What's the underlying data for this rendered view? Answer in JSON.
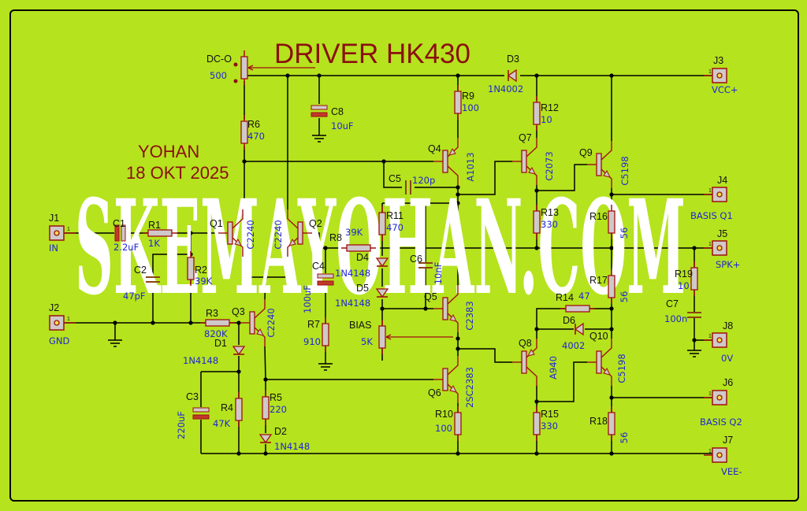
{
  "title": "DRIVER HK430",
  "author": {
    "name": "YOHAN",
    "date": "18 OKT 2025"
  },
  "watermark": "SKEMAYOHAN.COM",
  "colors": {
    "background": "#b5e31e",
    "wire": "#000000",
    "component_outline": "#a01010",
    "value_text": "#1f25d6",
    "title_text": "#8a1010",
    "watermark": "#ffffff"
  },
  "pin_label": "1",
  "components": {
    "C1": {
      "ref": "C1",
      "value": "2.2uF"
    },
    "C2": {
      "ref": "C2",
      "value": "47pF"
    },
    "C3": {
      "ref": "C3",
      "value": "220uF"
    },
    "C4": {
      "ref": "C4",
      "value": "100uF"
    },
    "C5": {
      "ref": "C5",
      "value": "120p"
    },
    "C6": {
      "ref": "C6",
      "value": "10nF"
    },
    "C7": {
      "ref": "C7",
      "value": "100n"
    },
    "C8": {
      "ref": "C8",
      "value": "10uF"
    },
    "R1": {
      "ref": "R1",
      "value": "1K"
    },
    "R2": {
      "ref": "R2",
      "value": "39K"
    },
    "R3": {
      "ref": "R3",
      "value": "820K"
    },
    "R4": {
      "ref": "R4",
      "value": "47K"
    },
    "R5": {
      "ref": "R5",
      "value": "220"
    },
    "R6": {
      "ref": "R6",
      "value": "470"
    },
    "R7": {
      "ref": "R7",
      "value": "910"
    },
    "R8": {
      "ref": "R8",
      "value": "39K"
    },
    "R9": {
      "ref": "R9",
      "value": "100"
    },
    "R10": {
      "ref": "R10",
      "value": "100"
    },
    "R11": {
      "ref": "R11",
      "value": "470"
    },
    "R12": {
      "ref": "R12",
      "value": "10"
    },
    "R13": {
      "ref": "R13",
      "value": "330"
    },
    "R14": {
      "ref": "R14",
      "value": "47"
    },
    "R15": {
      "ref": "R15",
      "value": "330"
    },
    "R16": {
      "ref": "R16",
      "value": "56"
    },
    "R17": {
      "ref": "R17",
      "value": "56"
    },
    "R18": {
      "ref": "R18",
      "value": "56"
    },
    "R19": {
      "ref": "R19",
      "value": "10"
    },
    "DCO": {
      "ref": "DC-O",
      "value": "500"
    },
    "BIAS": {
      "ref": "BIAS",
      "value": "5K"
    },
    "D1": {
      "ref": "D1",
      "value": "1N4148"
    },
    "D2": {
      "ref": "D2",
      "value": "1N4148"
    },
    "D3": {
      "ref": "D3",
      "value": "1N4002"
    },
    "D4": {
      "ref": "D4",
      "value": "1N4148"
    },
    "D5": {
      "ref": "D5",
      "value": "1N4148"
    },
    "D6": {
      "ref": "D6",
      "value": "4002"
    },
    "Q1": {
      "ref": "Q1",
      "value": "C2240"
    },
    "Q2": {
      "ref": "Q2",
      "value": "C2240"
    },
    "Q3": {
      "ref": "Q3",
      "value": "C2240"
    },
    "Q4": {
      "ref": "Q4",
      "value": "A1013"
    },
    "Q5": {
      "ref": "Q5",
      "value": "C2383"
    },
    "Q6": {
      "ref": "Q6",
      "value": "2SC2383"
    },
    "Q7": {
      "ref": "Q7",
      "value": "C2073"
    },
    "Q8": {
      "ref": "Q8",
      "value": "A940"
    },
    "Q9": {
      "ref": "Q9",
      "value": "C5198"
    },
    "Q10": {
      "ref": "Q10",
      "value": "C5198"
    }
  },
  "connectors": {
    "J1": {
      "ref": "J1",
      "label": "IN"
    },
    "J2": {
      "ref": "J2",
      "label": "GND"
    },
    "J3": {
      "ref": "J3",
      "label": "VCC+"
    },
    "J4": {
      "ref": "J4",
      "label": "BASIS Q1"
    },
    "J5": {
      "ref": "J5",
      "label": "SPK+"
    },
    "J6": {
      "ref": "J6",
      "label": "BASIS Q2"
    },
    "J7": {
      "ref": "J7",
      "label": "VEE-"
    },
    "J8": {
      "ref": "J8",
      "label": "0V"
    }
  }
}
